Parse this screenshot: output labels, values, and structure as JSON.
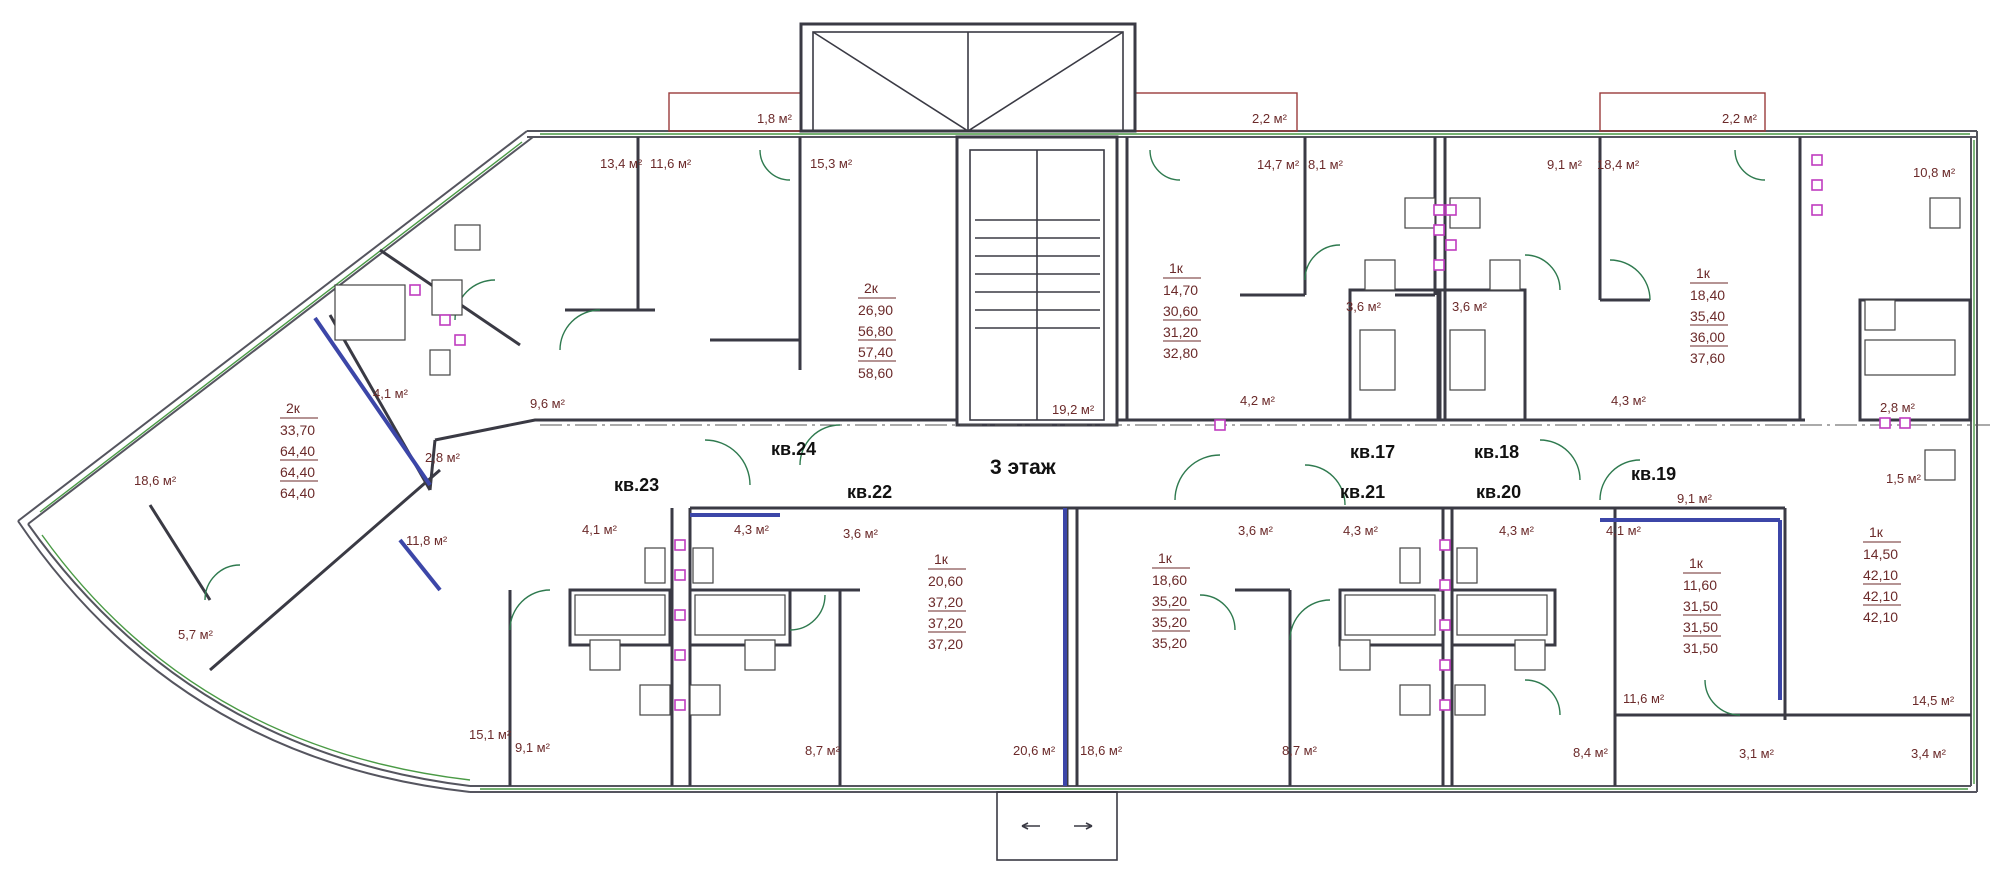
{
  "floor_label": "3 этаж",
  "apartments": [
    {
      "id": "kv17",
      "label": "кв.17"
    },
    {
      "id": "kv18",
      "label": "кв.18"
    },
    {
      "id": "kv19",
      "label": "кв.19"
    },
    {
      "id": "kv20",
      "label": "кв.20"
    },
    {
      "id": "kv21",
      "label": "кв.21"
    },
    {
      "id": "kv22",
      "label": "кв.22"
    },
    {
      "id": "kv23",
      "label": "кв.23"
    },
    {
      "id": "kv24",
      "label": "кв.24"
    }
  ],
  "specs": [
    {
      "id": "s24",
      "rooms": "2к",
      "values": [
        "26,90",
        "56,80",
        "57,40",
        "58,60"
      ]
    },
    {
      "id": "s23",
      "rooms": "2к",
      "values": [
        "33,70",
        "64,40",
        "64,40",
        "64,40"
      ]
    },
    {
      "id": "s17",
      "rooms": "1к",
      "values": [
        "14,70",
        "30,60",
        "31,20",
        "32,80"
      ]
    },
    {
      "id": "s18",
      "rooms": "1к",
      "values": [
        "18,40",
        "35,40",
        "36,00",
        "37,60"
      ]
    },
    {
      "id": "s22",
      "rooms": "1к",
      "values": [
        "20,60",
        "37,20",
        "37,20",
        "37,20"
      ]
    },
    {
      "id": "s21",
      "rooms": "1к",
      "values": [
        "18,60",
        "35,20",
        "35,20",
        "35,20"
      ]
    },
    {
      "id": "s20",
      "rooms": "1к",
      "values": [
        "11,60",
        "31,50",
        "31,50",
        "31,50"
      ]
    },
    {
      "id": "s19",
      "rooms": "1к",
      "values": [
        "14,50",
        "42,10",
        "42,10",
        "42,10"
      ]
    }
  ],
  "room_areas": [
    {
      "id": "a01",
      "text": "1,8 м²"
    },
    {
      "id": "a02",
      "text": "2,2 м²"
    },
    {
      "id": "a03",
      "text": "2,2 м²"
    },
    {
      "id": "a04",
      "text": "13,4 м²"
    },
    {
      "id": "a05",
      "text": "11,6 м²"
    },
    {
      "id": "a06",
      "text": "15,3 м²"
    },
    {
      "id": "a07",
      "text": "14,7 м²"
    },
    {
      "id": "a08",
      "text": "8,1 м²"
    },
    {
      "id": "a09",
      "text": "9,1 м²"
    },
    {
      "id": "a10",
      "text": "18,4 м²"
    },
    {
      "id": "a11",
      "text": "10,8 м²"
    },
    {
      "id": "a12",
      "text": "4,1 м²"
    },
    {
      "id": "a13",
      "text": "9,6 м²"
    },
    {
      "id": "a14",
      "text": "2,8 м²"
    },
    {
      "id": "a15",
      "text": "19,2 м²"
    },
    {
      "id": "a16",
      "text": "4,2 м²"
    },
    {
      "id": "a17",
      "text": "3,6 м²"
    },
    {
      "id": "a18",
      "text": "3,6 м²"
    },
    {
      "id": "a19",
      "text": "4,3 м²"
    },
    {
      "id": "a20",
      "text": "2,8 м²"
    },
    {
      "id": "a21",
      "text": "18,6 м²"
    },
    {
      "id": "a22",
      "text": "1,5 м²"
    },
    {
      "id": "a23",
      "text": "9,1 м²"
    },
    {
      "id": "a24",
      "text": "4,1 м²"
    },
    {
      "id": "a25",
      "text": "4,3 м²"
    },
    {
      "id": "a26",
      "text": "3,6 м²"
    },
    {
      "id": "a27",
      "text": "3,6 м²"
    },
    {
      "id": "a28",
      "text": "4,3 м²"
    },
    {
      "id": "a29",
      "text": "4,3 м²"
    },
    {
      "id": "a30",
      "text": "4,1 м²"
    },
    {
      "id": "a31",
      "text": "11,8 м²"
    },
    {
      "id": "a32",
      "text": "5,7 м²"
    },
    {
      "id": "a33",
      "text": "15,1 м²"
    },
    {
      "id": "a34",
      "text": "9,1 м²"
    },
    {
      "id": "a35",
      "text": "8,7 м²"
    },
    {
      "id": "a36",
      "text": "20,6 м²"
    },
    {
      "id": "a37",
      "text": "18,6 м²"
    },
    {
      "id": "a38",
      "text": "8,7 м²"
    },
    {
      "id": "a39",
      "text": "11,6 м²"
    },
    {
      "id": "a40",
      "text": "8,4 м²"
    },
    {
      "id": "a41",
      "text": "3,1 м²"
    },
    {
      "id": "a42",
      "text": "14,5 м²"
    },
    {
      "id": "a43",
      "text": "3,4 м²"
    }
  ],
  "colors": {
    "wall": "#3a3a44",
    "glazing": "#4a9a45",
    "balcony": "#9a3b3b",
    "door_swing": "#2f7a4f",
    "vent_risers": "#c03cc0",
    "partition": "#3c46a8",
    "area_text": "#6b2a2a"
  }
}
